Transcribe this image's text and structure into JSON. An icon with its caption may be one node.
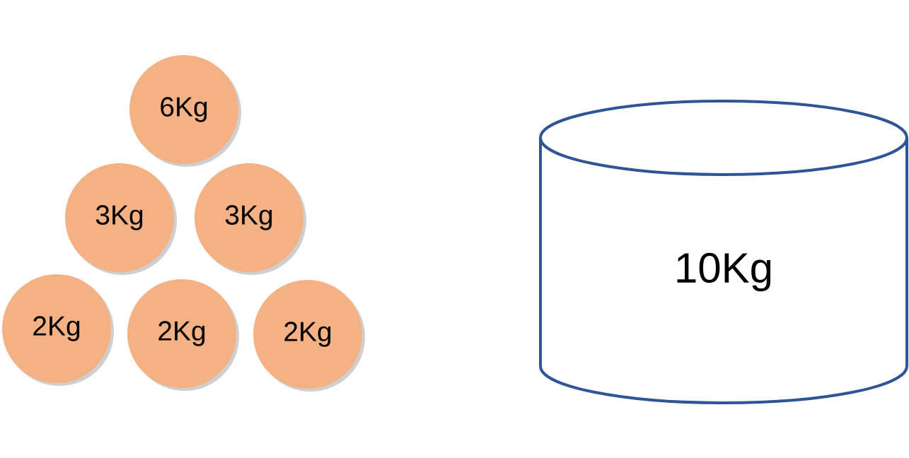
{
  "diagram": {
    "nodes": [
      {
        "text": [
          "6Kg"
        ]
      },
      {
        "text": [
          "3Kg"
        ]
      },
      {
        "text": [
          "3Kg"
        ]
      },
      {
        "text": [
          "2Kg"
        ]
      },
      {
        "text": [
          "2Kg"
        ]
      },
      {
        "text": [
          "2Kg"
        ]
      },
      {
        "text": [
          "10Kg"
        ]
      }
    ]
  }
}
